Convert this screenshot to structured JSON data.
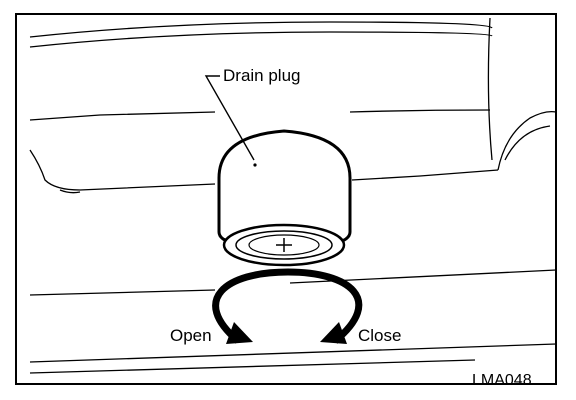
{
  "labels": {
    "drain_plug": "Drain plug",
    "open": "Open",
    "close": "Close",
    "figure_code": "LMA048"
  },
  "icons": {
    "plug_cap_symbol": "plus-icon",
    "rotation_arrow": "circular-arrow-icon"
  },
  "colors": {
    "ink": "#000000",
    "paper": "#ffffff"
  }
}
